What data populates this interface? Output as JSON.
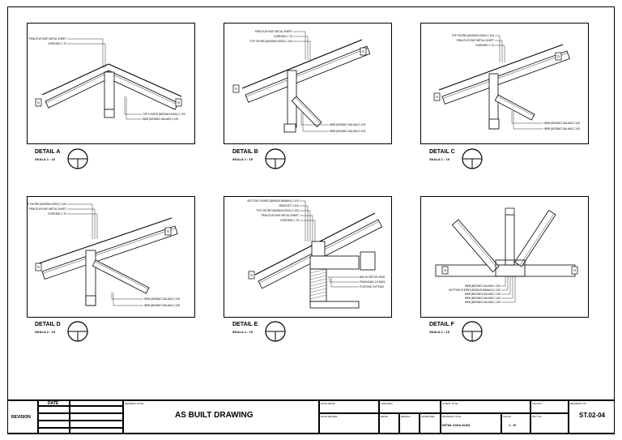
{
  "details": [
    {
      "id": "A",
      "title": "DETAIL A",
      "scale": "SKALA 1 : 15",
      "labels_top": [
        "PENUTUP ATAP METAL SHEET",
        "GORDING C.75"
      ],
      "labels_side": [
        "TOP CHORD (BATANG ATAS) C.100",
        "WEB (BATANG DALAM) C.100"
      ]
    },
    {
      "id": "B",
      "title": "DETAIL B",
      "scale": "SKALA 1 : 15",
      "labels_top": [
        "PENUTUP ATAP METAL SHEET",
        "GORDING C.75",
        "TOP CHORD (BATANG ATAS) C.100"
      ],
      "labels_side": [
        "WEB (BATANG DALAM) C.100",
        "WEB (BATANG DALAM) C.100"
      ]
    },
    {
      "id": "C",
      "title": "DETAIL C",
      "scale": "SKALA 1 : 15",
      "labels_top": [
        "TOP CHORD (BATANG ATAS) C.100",
        "PENUTUP ATAP METAL SHEET",
        "GORDING C.75"
      ],
      "labels_side": [
        "WEB (BATANG DALAM) C.100",
        "WEB (BATANG DALAM) C.100"
      ]
    },
    {
      "id": "D",
      "title": "DETAIL D",
      "scale": "SKALA 1 : 15",
      "labels_top": [
        "TOP CHORD (BATANG ATAS) C.100",
        "PENUTUP ATAP METAL SHEET",
        "GORDING C.75"
      ],
      "labels_side": [
        "WEB (BATANG DALAM) C.100",
        "WEB (BATANG DALAM) C.100"
      ]
    },
    {
      "id": "E",
      "title": "DETAIL E",
      "scale": "SKALA 1 : 15",
      "labels_top": [
        "BOTTOM CHORD (BATANG BAWAH) C.100",
        "BRACKET C.100",
        "TOP CHORD (BATANG ATAS) C.100",
        "PENUTUP ATAP METAL SHEET",
        "GORDING C.75"
      ],
      "labels_side": [
        "BALOK BETON 15/20",
        "PASANGAN 1/2 BATA",
        "PLAFOND GYPSUM"
      ]
    },
    {
      "id": "F",
      "title": "DETAIL F",
      "scale": "SKALA 1 : 15",
      "labels_top": [],
      "labels_side": [
        "WEB (BATANG DALAM) C.100",
        "BOTTOM CHORD (BATANG BAWAH) C.100",
        "WEB (BATANG DALAM) C.100",
        "WEB (BATANG DALAM) C.100",
        "WEB (BATANG DALAM) C.100"
      ]
    }
  ],
  "title_block": {
    "revision": "REVISION",
    "date": "DATE",
    "general_note": "GENERAL NOTE",
    "drawing_name": "AS BUILT DRAWING",
    "date_draw": "DATE DRAW",
    "date_review": "DATE REVIEW",
    "checked": "CHECKED",
    "draw": "DRAW",
    "design": "DESIGN",
    "approved": "APPROVED",
    "client_title": "CLIENT TITLE",
    "drawing_title": "DRAWING TITLE",
    "drawing_title_value": "DETAIL KUDA-KUDA",
    "scale_label": "SCALE",
    "scale_value": "1 : 15",
    "file_no": "FILE NO.",
    "sht_no": "SHT NO.",
    "drawing_no_label": "DRAWING NO.",
    "drawing_no": "ST.02-04"
  }
}
